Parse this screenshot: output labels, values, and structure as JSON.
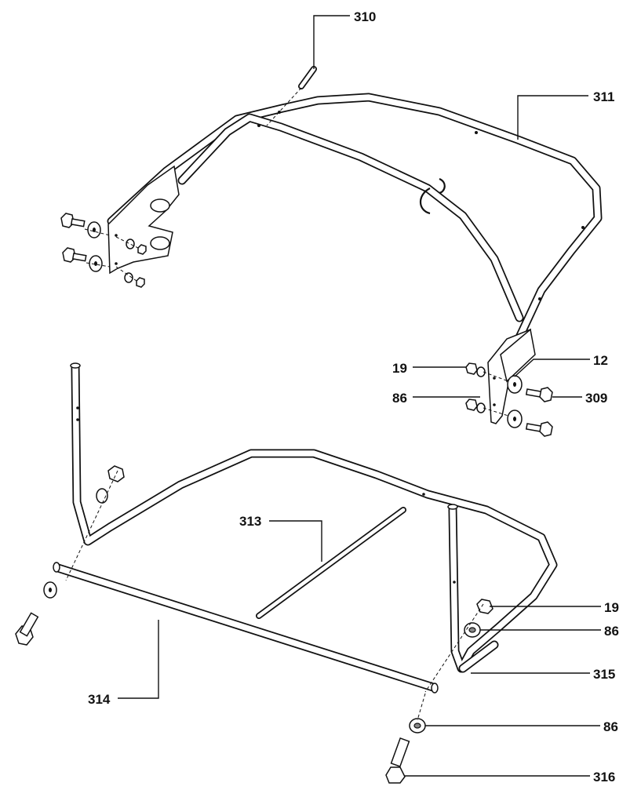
{
  "callouts": {
    "c310": "310",
    "c311": "311",
    "c19a": "19",
    "c12": "12",
    "c86a": "86",
    "c309": "309",
    "c313": "313",
    "c19b": "19",
    "c86b": "86",
    "c315": "315",
    "c314": "314",
    "c86c": "86",
    "c316": "316"
  }
}
